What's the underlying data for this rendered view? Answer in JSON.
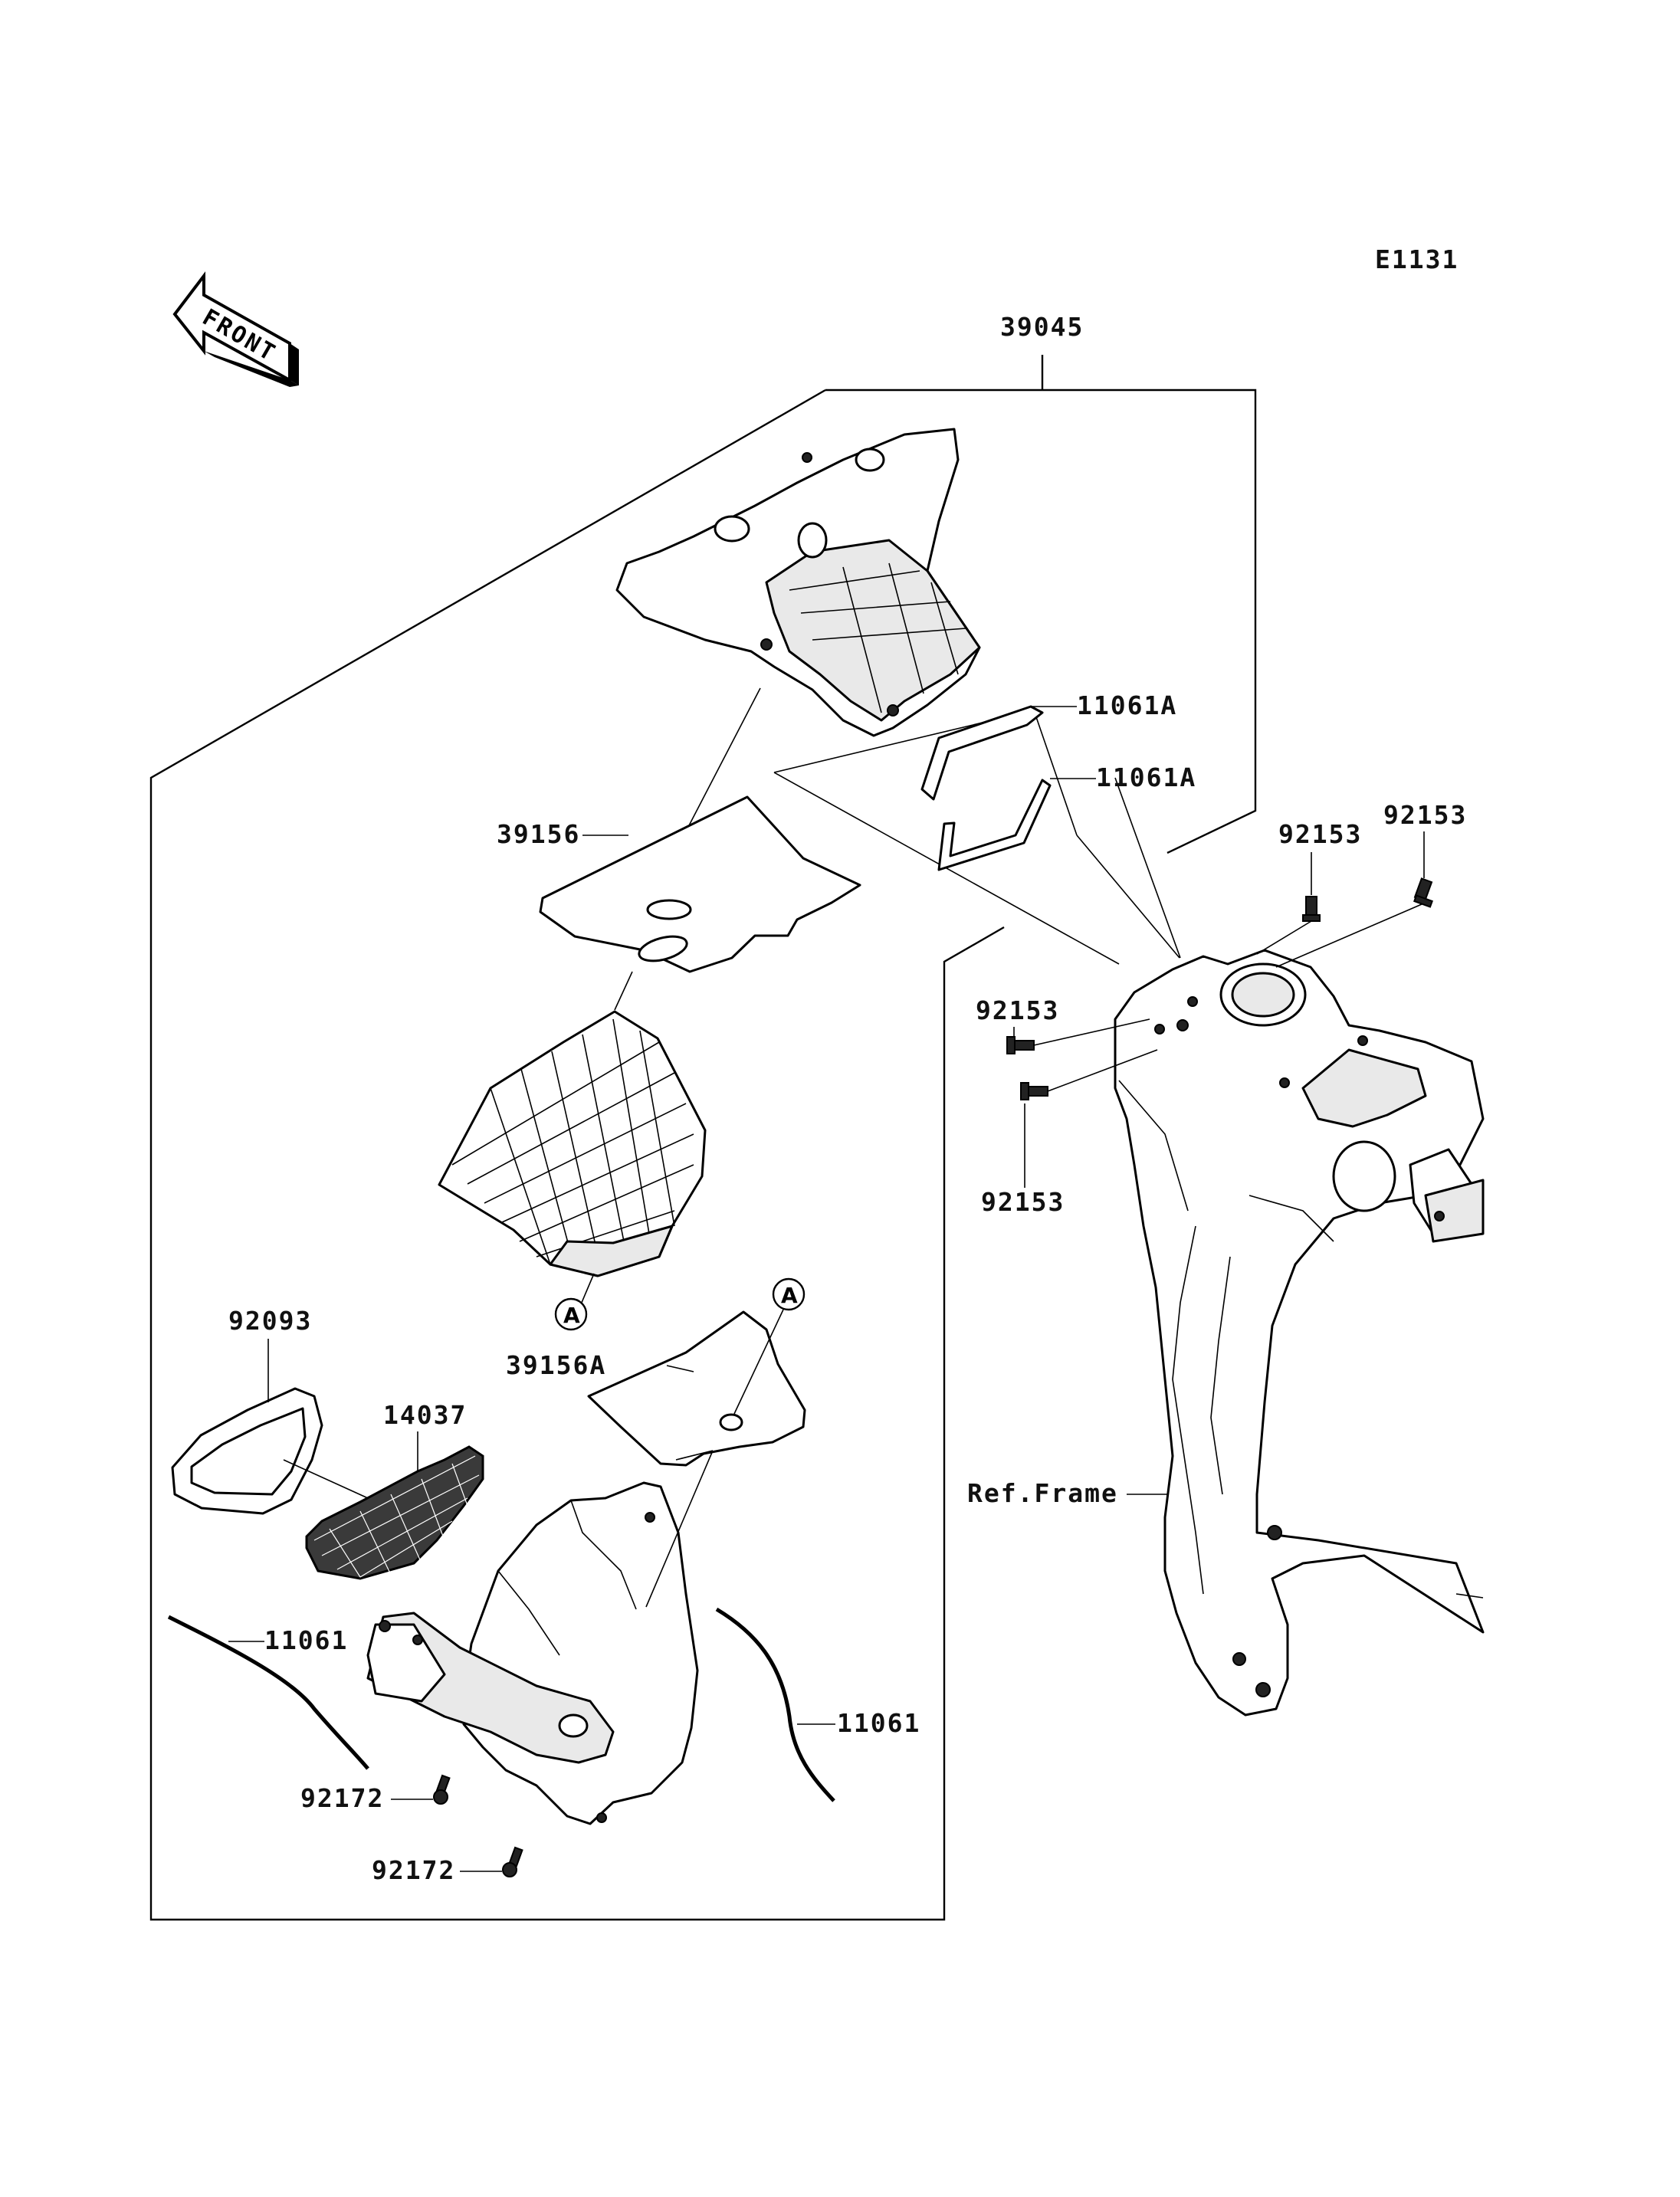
{
  "diagram_code": "E1131",
  "front_badge": "FRONT",
  "callout_letter": "A",
  "labels": {
    "p39045": "39045",
    "p11061A_1": "11061A",
    "p11061A_2": "11061A",
    "p39156": "39156",
    "p92153_tl": "92153",
    "p92153_tr": "92153",
    "p92153_ml": "92153",
    "p92153_bl": "92153",
    "p92093": "92093",
    "p14037": "14037",
    "p39156A": "39156A",
    "p11061_l": "11061",
    "p11061_r": "11061",
    "p92172_1": "92172",
    "p92172_2": "92172",
    "ref_frame": "Ref.Frame"
  }
}
